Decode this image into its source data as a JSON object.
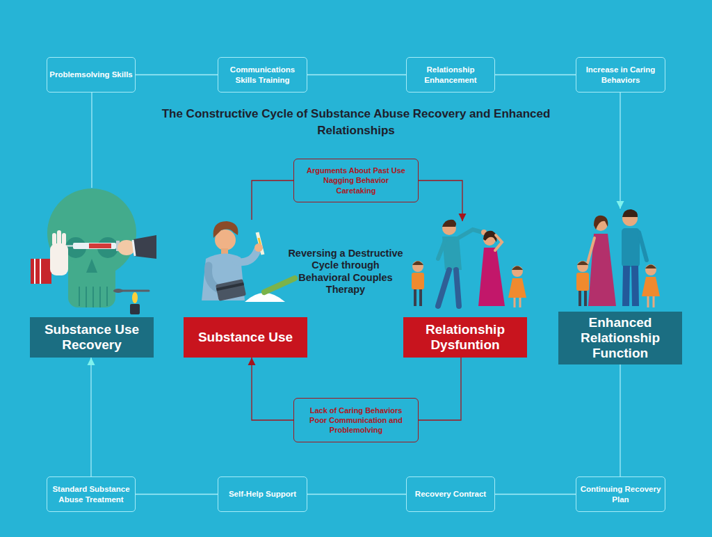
{
  "diagram": {
    "title": "The Constructive Cycle of Substance Abuse Recovery and Enhanced Relationships",
    "nodes": [
      {
        "text": [
          "Problemsolving Skills"
        ]
      },
      {
        "text": [
          "Communications Skills Training"
        ]
      },
      {
        "text": [
          "Relationship Enhancement"
        ]
      },
      {
        "text": [
          "Increase in Caring Behaviors"
        ]
      },
      {
        "text": [
          "Arguments About Past Use",
          "Nagging Behavior",
          "Caretaking"
        ]
      },
      {
        "text": [
          "Substance Use Recovery"
        ]
      },
      {
        "text": [
          "Substance Use"
        ]
      },
      {
        "text": [
          "Relationship Dysfuntion"
        ]
      },
      {
        "text": [
          "Enhanced Relationship Function"
        ]
      },
      {
        "text": [
          "Lack of Caring Behaviors",
          "Poor Communication and Problemolving"
        ]
      },
      {
        "text": [
          "Standard Substance Abuse Treatment"
        ]
      },
      {
        "text": [
          "Self-Help Support"
        ]
      },
      {
        "text": [
          "Recovery Contract"
        ]
      },
      {
        "text": [
          "Continuing Recovery Plan"
        ]
      }
    ],
    "edges": [
      {
        "from": 5,
        "to": 0,
        "arrow": "none"
      },
      {
        "from": 0,
        "to": 1,
        "arrow": "none"
      },
      {
        "from": 1,
        "to": 2,
        "arrow": "none"
      },
      {
        "from": 2,
        "to": 3,
        "arrow": "none"
      },
      {
        "from": 3,
        "to": 8,
        "arrow": "to"
      },
      {
        "from": 8,
        "to": 13,
        "arrow": "none"
      },
      {
        "from": 13,
        "to": 12,
        "arrow": "none"
      },
      {
        "from": 12,
        "to": 11,
        "arrow": "none"
      },
      {
        "from": 11,
        "to": 10,
        "arrow": "none"
      },
      {
        "from": 10,
        "to": 5,
        "arrow": "to"
      },
      {
        "from": 6,
        "to": 4,
        "arrow": "none"
      },
      {
        "from": 4,
        "to": 7,
        "arrow": "to"
      },
      {
        "from": 7,
        "to": 9,
        "arrow": "none"
      },
      {
        "from": 9,
        "to": 6,
        "arrow": "to"
      }
    ],
    "labels": [
      "Reversing a Destructive Cycle through Behavioral Couples Therapy"
    ]
  }
}
